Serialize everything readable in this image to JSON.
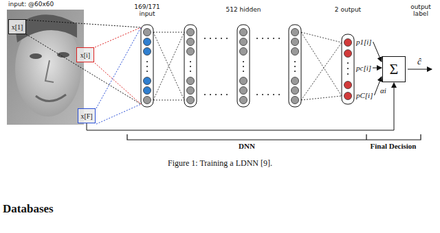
{
  "diagram": {
    "caption": "Figure 1: Training a LDNN [9].",
    "nodes": [
      {
        "text": [
          "x[1]"
        ]
      },
      {
        "text": [
          "x[i]"
        ]
      },
      {
        "text": [
          "x[F]"
        ]
      },
      {
        "text": [
          "p1[i]"
        ]
      },
      {
        "text": [
          "pc[i]"
        ]
      },
      {
        "text": [
          "pC[i]"
        ]
      },
      {
        "text": [
          "Σ"
        ]
      }
    ],
    "edges": [
      {
        "from": 3,
        "to": 6,
        "arrow": "to"
      },
      {
        "from": 4,
        "to": 6,
        "arrow": "to"
      },
      {
        "from": 5,
        "to": 6,
        "arrow": "to"
      },
      {
        "from": 2,
        "to": 6,
        "arrow": "to"
      }
    ],
    "labels": [
      "input: @60x60",
      "169/171 input",
      "512 hidden",
      "2 output",
      "output label",
      "ĉ",
      "αi",
      "DNN",
      "Final Decision",
      "Databases"
    ]
  }
}
